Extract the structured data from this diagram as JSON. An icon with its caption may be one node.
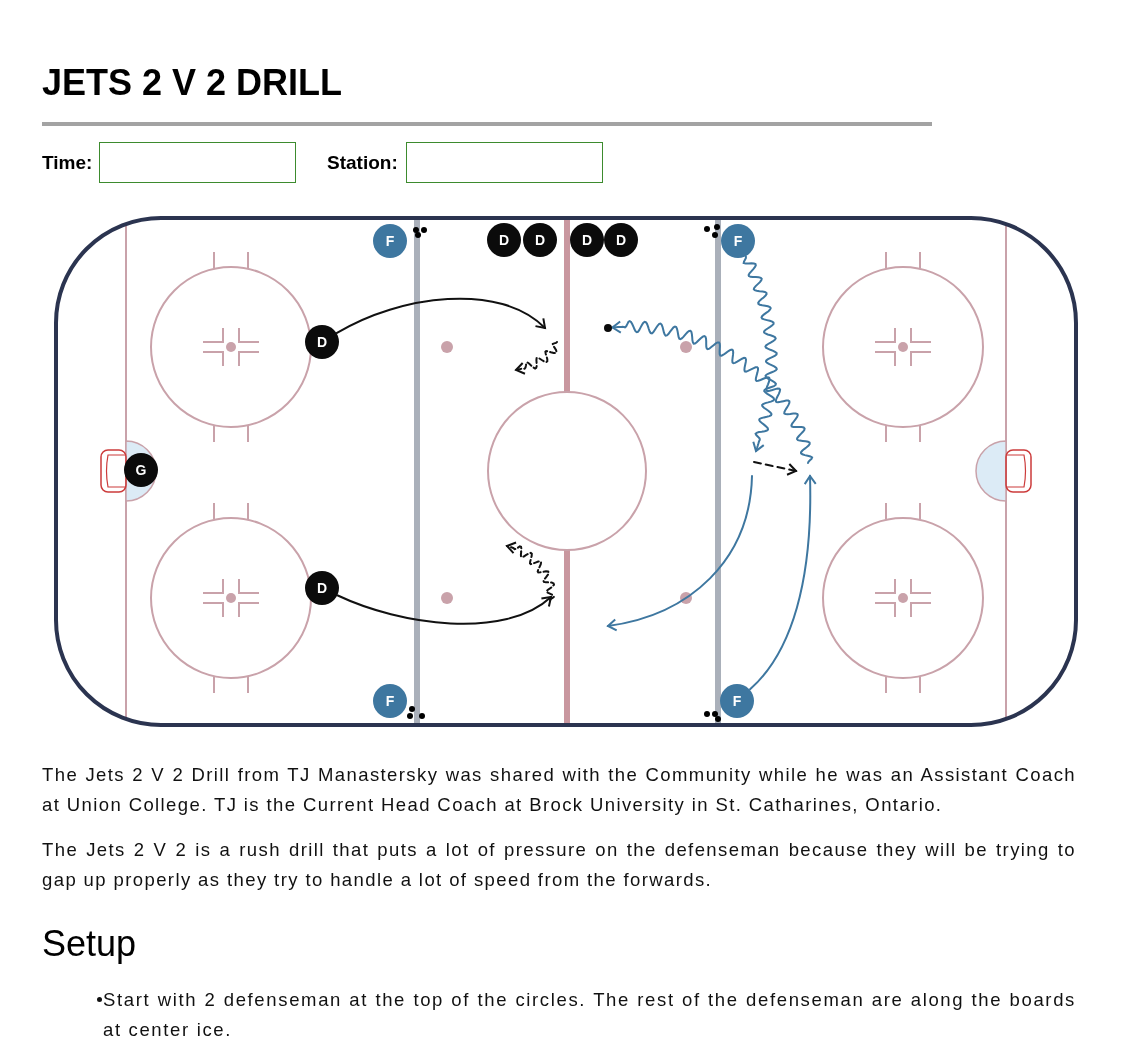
{
  "diagram": {
    "title": "JETS 2 V 2 DRILL",
    "nodes": [
      {
        "text": [
          "F"
        ]
      },
      {
        "text": [
          "D"
        ]
      },
      {
        "text": [
          "D"
        ]
      },
      {
        "text": [
          "D"
        ]
      },
      {
        "text": [
          "D"
        ]
      },
      {
        "text": [
          "F"
        ]
      },
      {
        "text": [
          "D"
        ]
      },
      {
        "text": [],
        "shape": "circle"
      },
      {
        "text": [
          "G"
        ]
      },
      {
        "text": [
          "D"
        ]
      },
      {
        "text": [
          "F"
        ]
      },
      {
        "text": [
          "F"
        ]
      }
    ],
    "edges": [
      {
        "from": 6,
        "to": null,
        "arrow": "to",
        "color": "#111111"
      },
      {
        "from": 9,
        "to": null,
        "arrow": "to",
        "color": "#111111"
      },
      {
        "from": 5,
        "to": null,
        "arrow": "to"
      },
      {
        "from": 11,
        "to": null,
        "arrow": "to"
      },
      {
        "from": null,
        "to": 7,
        "arrow": "to"
      }
    ],
    "labels": [
      "Time:",
      "Station:",
      "The Jets 2 V 2 Drill from TJ Manastersky was shared with the Community while he was an Assistant Coach at Union College. TJ is the Current Head Coach at Brock University in St. Catharines, Ontario.",
      "The Jets 2 V 2 is a rush drill that puts a lot of pressure on the defenseman because they will be trying to gap up properly as they try to handle a lot of speed from the forwards.",
      "Setup",
      "Start with 2 defenseman at the top of the circles. The rest of the defenseman are along the boards at center ice."
    ]
  }
}
